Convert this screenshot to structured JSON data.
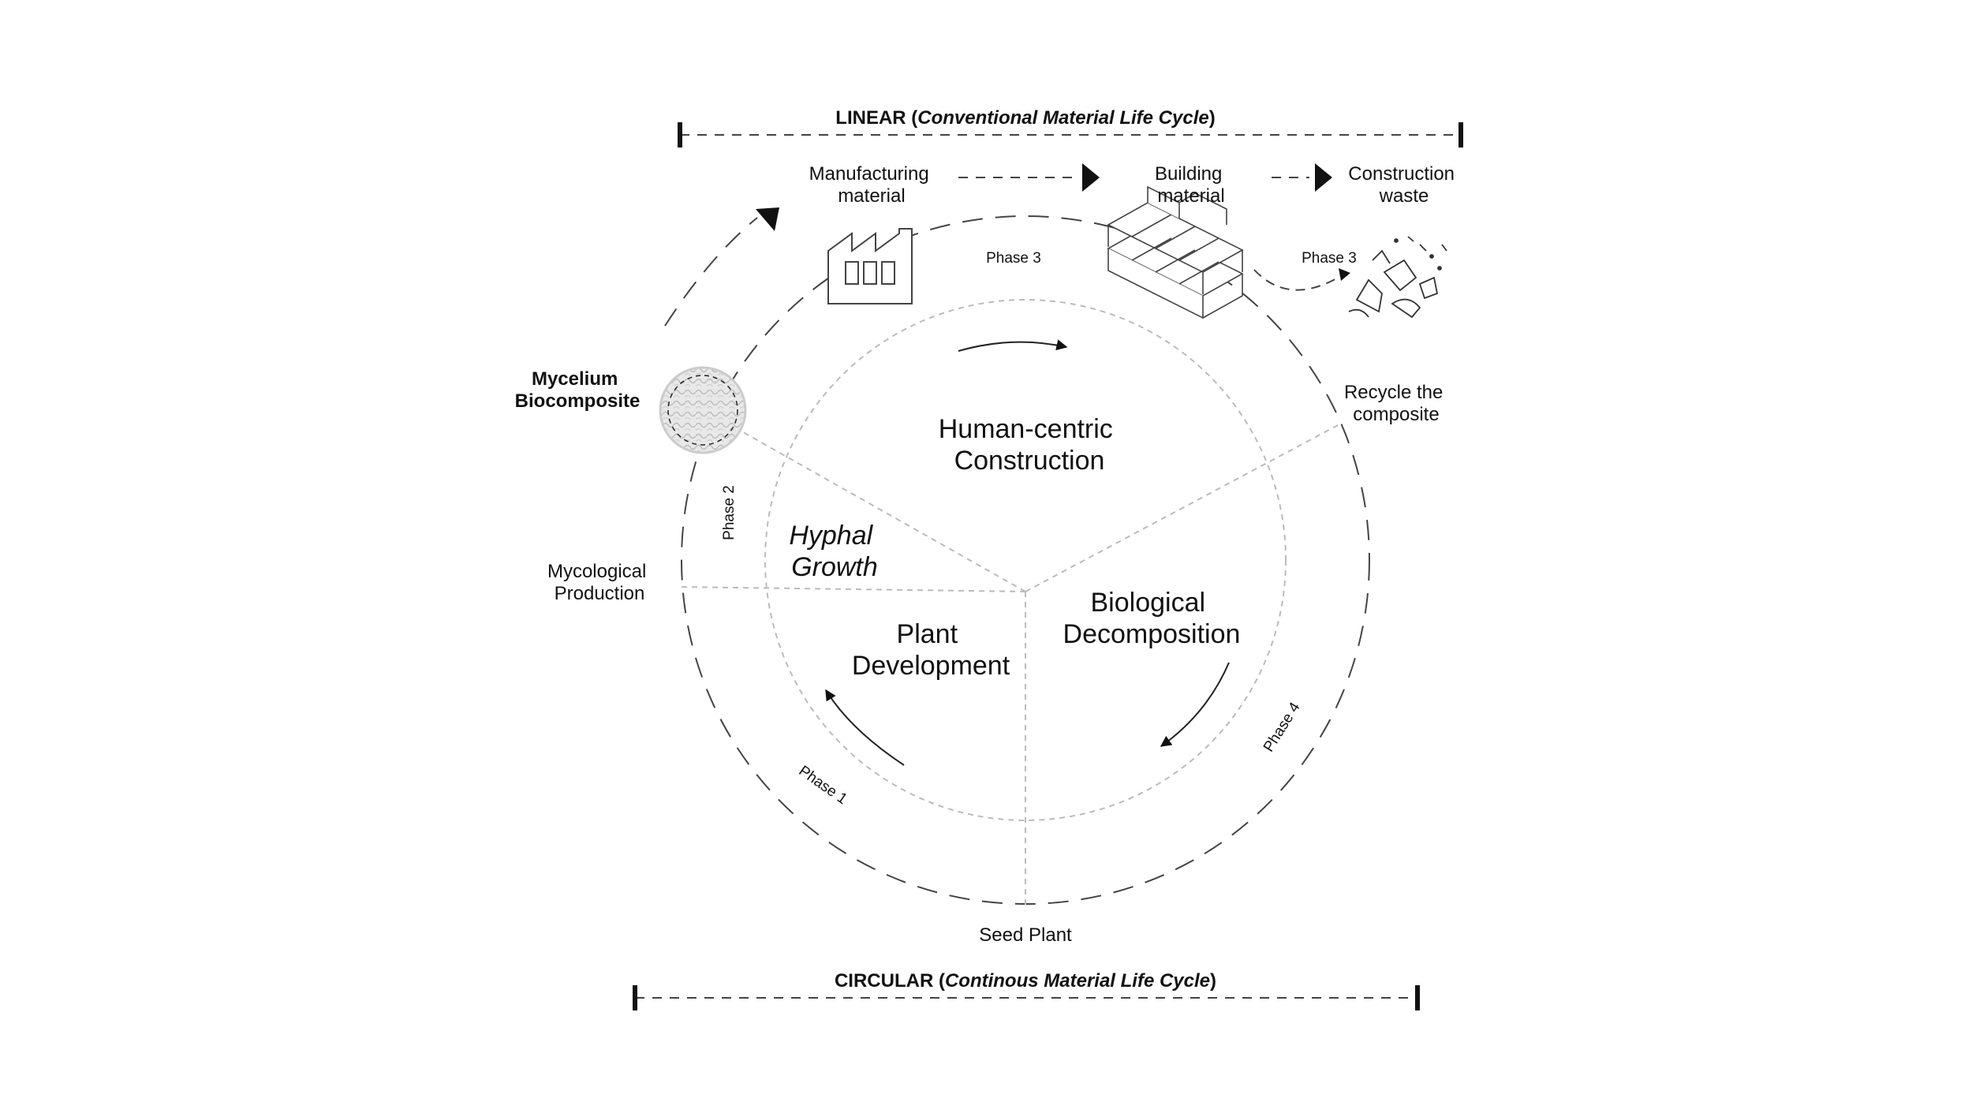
{
  "linear": {
    "title_prefix": "LINEAR (",
    "title_italic": "Conventional Material Life Cycle",
    "title_suffix": ")"
  },
  "circular": {
    "title_prefix": "CIRCULAR (",
    "title_italic": "Continous Material Life Cycle",
    "title_suffix": ")"
  },
  "stages": {
    "manufacturing": [
      "Manufacturing",
      "material"
    ],
    "building": [
      "Building",
      "material"
    ],
    "waste": [
      "Construction",
      "waste"
    ],
    "mycelium": [
      "Mycelium",
      "Biocomposite"
    ],
    "recycle": [
      "Recycle the",
      "composite"
    ],
    "mycological": [
      "Mycological",
      "Production"
    ],
    "seed": "Seed Plant"
  },
  "phases": {
    "phase1": "Phase 1",
    "phase2": "Phase 2",
    "phase3_top": "Phase 3",
    "phase3_right": "Phase 3",
    "phase4": "Phase 4"
  },
  "sectors": {
    "human": [
      "Human-centric",
      "Construction"
    ],
    "hyphal": [
      "Hyphal",
      "Growth"
    ],
    "plant": [
      "Plant",
      "Development"
    ],
    "bio": [
      "Biological",
      "Decomposition"
    ]
  },
  "icons": {
    "factory": "factory-icon",
    "bricks": "bricks-icon",
    "rubble": "rubble-icon",
    "mycelium": "mycelium-disc-icon"
  }
}
